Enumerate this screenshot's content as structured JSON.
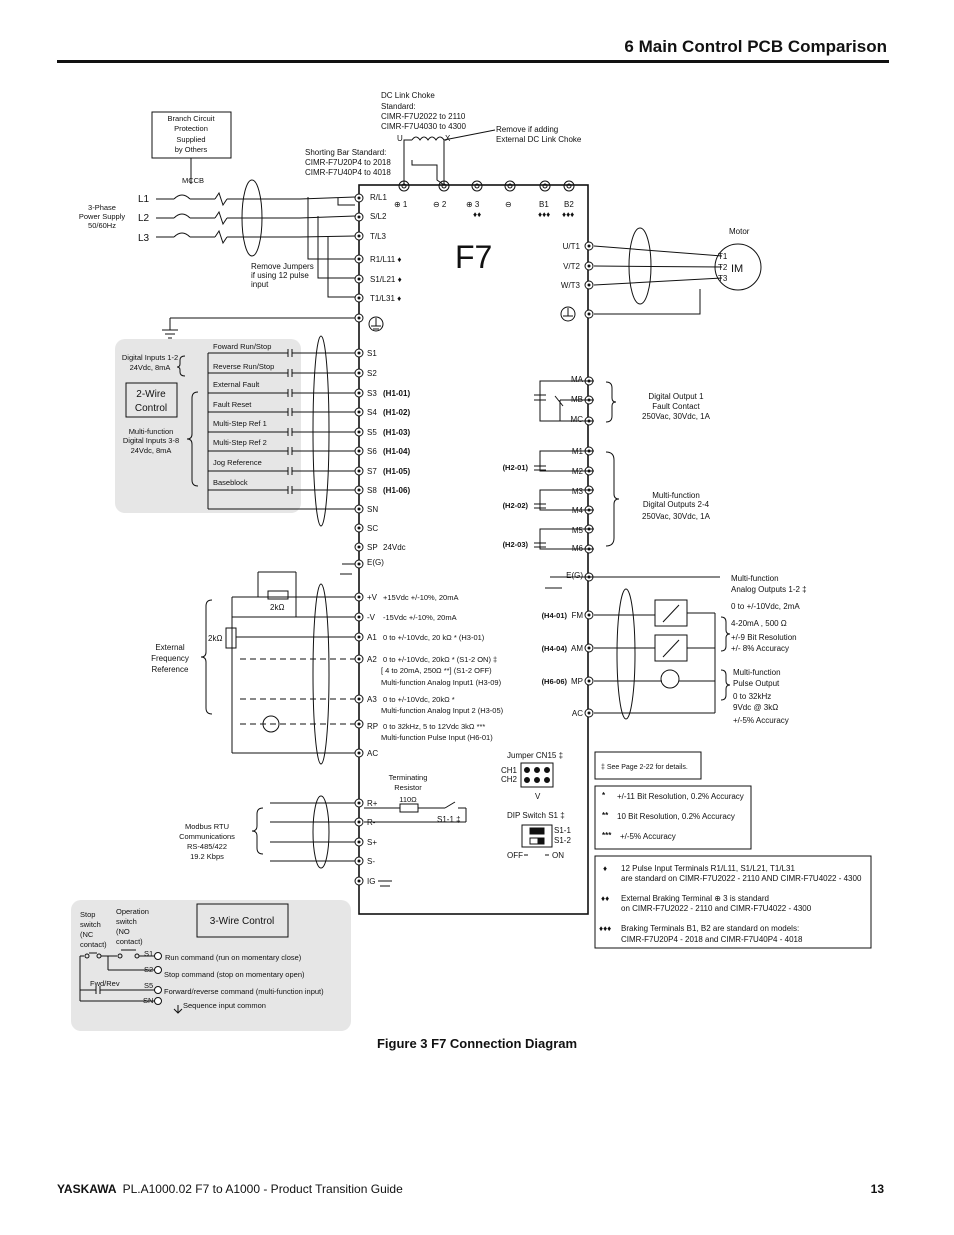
{
  "header": {
    "section_title": "6  Main Control PCB Comparison"
  },
  "caption": "Figure 3  F7 Connection Diagram",
  "footer": {
    "brand": "YASKAWA",
    "doc": "PL.A1000.02 F7 to A1000 - Product Transition Guide",
    "page": "13"
  },
  "diagram": {
    "model": "F7",
    "branch_circuit": [
      "Branch Circuit",
      "Protection",
      "Supplied",
      "by Others"
    ],
    "mccb": "MCCB",
    "power_supply": [
      "3-Phase",
      "Power Supply",
      "50/60Hz"
    ],
    "lines": [
      "L1",
      "L2",
      "L3"
    ],
    "dc_link": [
      "DC Link Choke",
      "Standard:",
      "CIMR-F7U2022 to 2110",
      "CIMR-F7U4030 to 4300"
    ],
    "choke_u": "U",
    "choke_x": "X",
    "remove_choke": [
      "Remove if adding",
      "External DC Link Choke"
    ],
    "shorting_bar": [
      "Shorting Bar Standard:",
      "CIMR-F7U20P4 to 2018",
      "CIMR-F7U40P4 to 4018"
    ],
    "remove_jumpers": [
      "Remove Jumpers",
      "if using 12 pulse",
      "input"
    ],
    "input_terms": [
      "R/L1",
      "S/L2",
      "T/L3",
      "R1/L11 ♦",
      "S1/L21 ♦",
      "T1/L31 ♦"
    ],
    "dc_terms": [
      "⊕ 1",
      "⊖ 2",
      "⊕ 3",
      "⊖",
      "B1",
      "B2"
    ],
    "dc_marks": [
      "♦♦",
      "♦♦♦",
      "♦♦♦"
    ],
    "output_terms": [
      "U/T1",
      "V/T2",
      "W/T3"
    ],
    "motor": "Motor",
    "motor_terms": [
      "T1",
      "T2",
      "T3"
    ],
    "motor_im": "IM",
    "digital_inputs_12": [
      "Digital Inputs 1-2",
      "24Vdc, 8mA"
    ],
    "two_wire": [
      "2-Wire",
      "Control"
    ],
    "multi_function_inputs": [
      "Multi-function",
      "Digital Inputs 3-8",
      "24Vdc, 8mA"
    ],
    "input_functions": [
      "Foward Run/Stop",
      "Reverse Run/Stop",
      "External Fault",
      "Fault Reset",
      "Multi-Step Ref 1",
      "Multi-Step Ref 2",
      "Jog Reference",
      "Baseblock"
    ],
    "control_terms": [
      "S1",
      "S2",
      "S3",
      "S4",
      "S5",
      "S6",
      "S7",
      "S8",
      "SN",
      "SC",
      "SP",
      "E(G)"
    ],
    "param_codes": [
      "(H1-01)",
      "(H1-02)",
      "(H1-03)",
      "(H1-04)",
      "(H1-05)",
      "(H1-06)"
    ],
    "sp_voltage": "24Vdc",
    "relay_terms": [
      "MA",
      "MB",
      "MC"
    ],
    "digital_output_1": [
      "Digital Output 1",
      "Fault Contact",
      "250Vac, 30Vdc, 1A"
    ],
    "mf_out_terms": [
      "M1",
      "M2",
      "M3",
      "M4",
      "M5",
      "M6"
    ],
    "mf_out_codes": [
      "(H2-01)",
      "(H2-02)",
      "(H2-03)"
    ],
    "mf_outputs": [
      "Multi-function",
      "Digital Outputs 2-4",
      "250Vac, 30Vdc, 1A"
    ],
    "eg_right": "E(G)",
    "analog_out_terms": [
      "FM",
      "AM",
      "MP",
      "AC"
    ],
    "analog_out_codes": [
      "(H4-01)",
      "(H4-04)",
      "(H6-06)"
    ],
    "analog_out_title": [
      "Multi-function",
      "Analog Outputs 1-2  ‡"
    ],
    "analog_out_specs": [
      "0 to +/-10Vdc, 2mA",
      "4-20mA , 500 Ω",
      "+/-9 Bit Resolution",
      "+/- 8% Accuracy"
    ],
    "pulse_out": [
      "Multi-function",
      "Pulse Output",
      "0 to 32kHz",
      "9Vdc @ 3kΩ",
      "+/-5% Accuracy"
    ],
    "pot_2k": "2kΩ",
    "ext_freq": [
      "External",
      "Frequency",
      "Reference"
    ],
    "analog_in_terms": [
      "+V",
      "-V",
      "A1",
      "A2",
      "A3",
      "RP",
      "AC"
    ],
    "analog_in_desc": [
      "+15Vdc +/-10%, 20mA",
      "-15Vdc +/-10%, 20mA",
      "0 to +/-10Vdc, 20 kΩ * (H3-01)",
      "0 to +/-10Vdc, 20kΩ *  (S1-2 ON) ‡",
      "[ 4 to 20mA, 250Ω **]  (S1-2 OFF)",
      "Multi-function Analog Input1 (H3-09)",
      "0 to +/-10Vdc, 20kΩ *",
      "Multi-function Analog Input 2 (H3-05)",
      "0 to 32kHz, 5 to 12Vdc  3kΩ ***",
      "Multi-function Pulse Input (H6-01)"
    ],
    "jumper_cn15": "Jumper CN15  ‡",
    "ch": [
      "CH1",
      "CH2"
    ],
    "jumper_v": "V",
    "see_page": "‡  See Page 2-22 for details.",
    "term_resistor": [
      "Terminating",
      "Resistor",
      "110Ω"
    ],
    "s1_1": "S1-1 ‡",
    "dip_switch": "DIP Switch S1  ‡",
    "dip_labels": [
      "S1-1",
      "S1-2"
    ],
    "off_on": [
      "OFF",
      "ON"
    ],
    "modbus": [
      "Modbus RTU",
      "Communications",
      "RS-485/422",
      "19.2 Kbps"
    ],
    "comm_terms": [
      "R+",
      "R-",
      "S+",
      "S-",
      "IG"
    ],
    "legend_resolution": [
      "*",
      "+/-11 Bit Resolution, 0.2% Accuracy",
      "**",
      "10 Bit Resolution, 0.2% Accuracy",
      "***",
      "+/-5% Accuracy"
    ],
    "legend_notes": [
      "♦",
      "12 Pulse Input Terminals R1/L11, S1/L21, T1/L31",
      "are standard on CIMR-F7U2022 - 2110 AND CIMR-F7U4022 - 4300",
      "♦♦",
      "External Braking Terminal ⊕ 3 is standard",
      "on CIMR-F7U2022 - 2110 and CIMR-F7U4022 - 4300",
      "♦♦♦",
      "Braking Terminals B1, B2 are standard on models:",
      "CIMR-F7U20P4 - 2018 and CIMR-F7U40P4 - 4018"
    ],
    "three_wire": "3-Wire Control",
    "stop_switch": [
      "Stop",
      "switch",
      "(NC",
      "contact)"
    ],
    "operation_switch": [
      "Operation",
      "switch",
      "(NO",
      "contact)"
    ],
    "fwd_rev": "Fwd/Rev",
    "three_wire_terms": [
      "S1",
      "S2",
      "S5",
      "SN"
    ],
    "three_wire_desc": [
      "Run command (run on momentary close)",
      "Stop command (stop on momentary open)",
      "Forward/reverse command (multi-function input)",
      "Sequence input common"
    ]
  }
}
